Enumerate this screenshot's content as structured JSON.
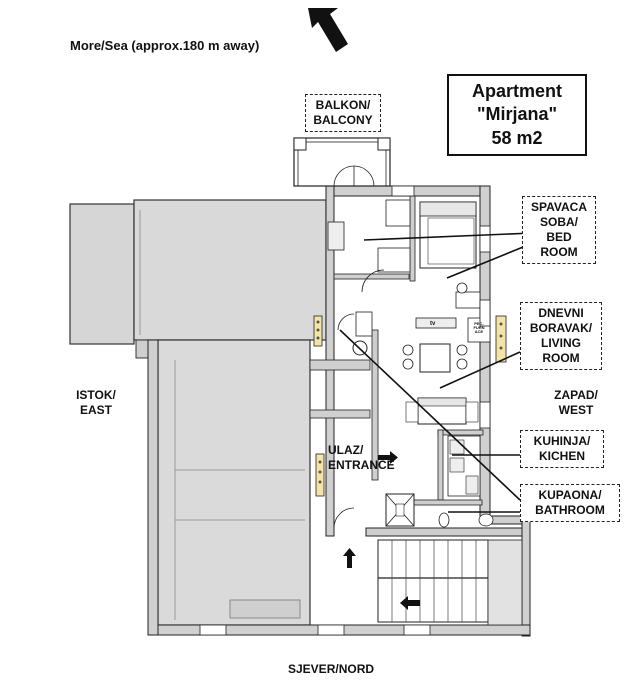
{
  "title": {
    "line1": "Apartment",
    "line2": "\"Mirjana\"",
    "line3": "58 m2"
  },
  "sea_note": "More/Sea (approx.180 m away)",
  "rooms": {
    "balcony": {
      "line1": "BALKON/",
      "line2": "BALCONY"
    },
    "bedroom": {
      "line1": "SPAVACA",
      "line2": "SOBA/",
      "line3": "BED",
      "line4": "ROOM"
    },
    "living": {
      "line1": "DNEVNI",
      "line2": "BORAVAK/",
      "line3": "LIVING",
      "line4": "ROOM"
    },
    "kitchen": {
      "line1": "KUHINJA/",
      "line2": "KICHEN"
    },
    "bathroom": {
      "line1": "KUPAONA/",
      "line2": "BATHROOM"
    },
    "entrance": {
      "line1": "ULAZ/",
      "line2": "ENTRANCE"
    }
  },
  "compass": {
    "west": {
      "line1": "ZAPAD/",
      "line2": "WEST"
    },
    "east": {
      "line1": "ISTOK/",
      "line2": "EAST"
    },
    "north": "SJEVER/NORD"
  },
  "furniture": {
    "tv": "tv",
    "desk_line1": "PEC-",
    "desk_line2": "FURN",
    "desk_line3": "ACE"
  }
}
